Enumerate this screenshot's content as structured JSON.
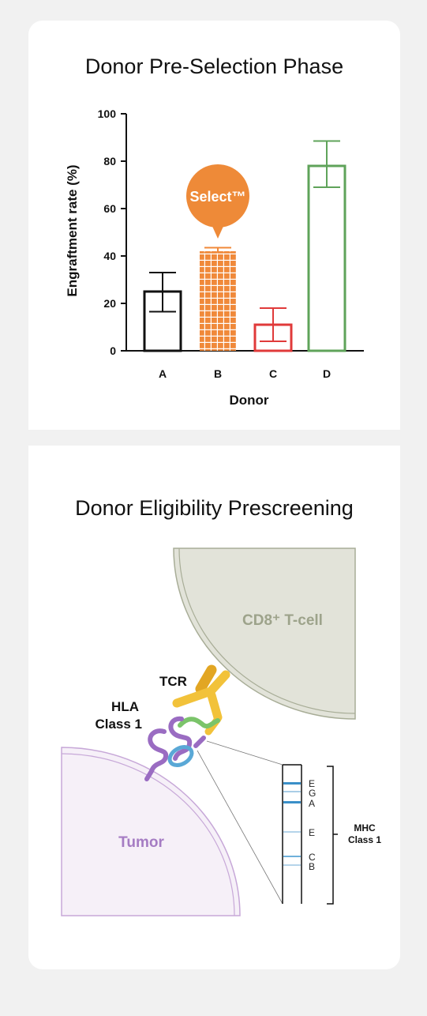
{
  "chart_card": {
    "title": "Donor Pre-Selection Phase",
    "callout": "Select™"
  },
  "chart_data": {
    "type": "bar",
    "categories": [
      "A",
      "B",
      "C",
      "D"
    ],
    "values": [
      25,
      42,
      11,
      78
    ],
    "error_low": [
      16.5,
      41.5,
      4,
      69
    ],
    "error_high": [
      33,
      43.5,
      18,
      88.5
    ],
    "bar_colors": [
      "#111111",
      "#f0893a",
      "#e03a3a",
      "#5fa35a"
    ],
    "highlight_category": "B",
    "title": "",
    "xlabel": "Donor",
    "ylabel": "Engraftment rate (%)",
    "ylim": [
      0,
      100
    ],
    "yticks": [
      0,
      20,
      40,
      60,
      80,
      100
    ],
    "grid": false
  },
  "diagram_card": {
    "title": "Donor Eligibility Prescreening",
    "tcell_label": "CD8⁺ T-cell",
    "tcr_label": "TCR",
    "hla_label_line1": "HLA",
    "hla_label_line2": "Class 1",
    "tumor_label": "Tumor",
    "gel_bands": [
      "E",
      "G",
      "A",
      "E",
      "C",
      "B"
    ],
    "mhc_label_line1": "MHC",
    "mhc_label_line2": "Class 1",
    "colors": {
      "tcell": "#e2e3d9",
      "tcell_border": "#a8ad97",
      "tumor": "#f6f0f8",
      "tumor_border": "#c7a8d8",
      "tcr": "#f2c23a",
      "hla_purple": "#9a6cc2",
      "hla_blue": "#5aa8d6",
      "peptide_green": "#7bc46a",
      "callout": "#ee8a38"
    }
  }
}
